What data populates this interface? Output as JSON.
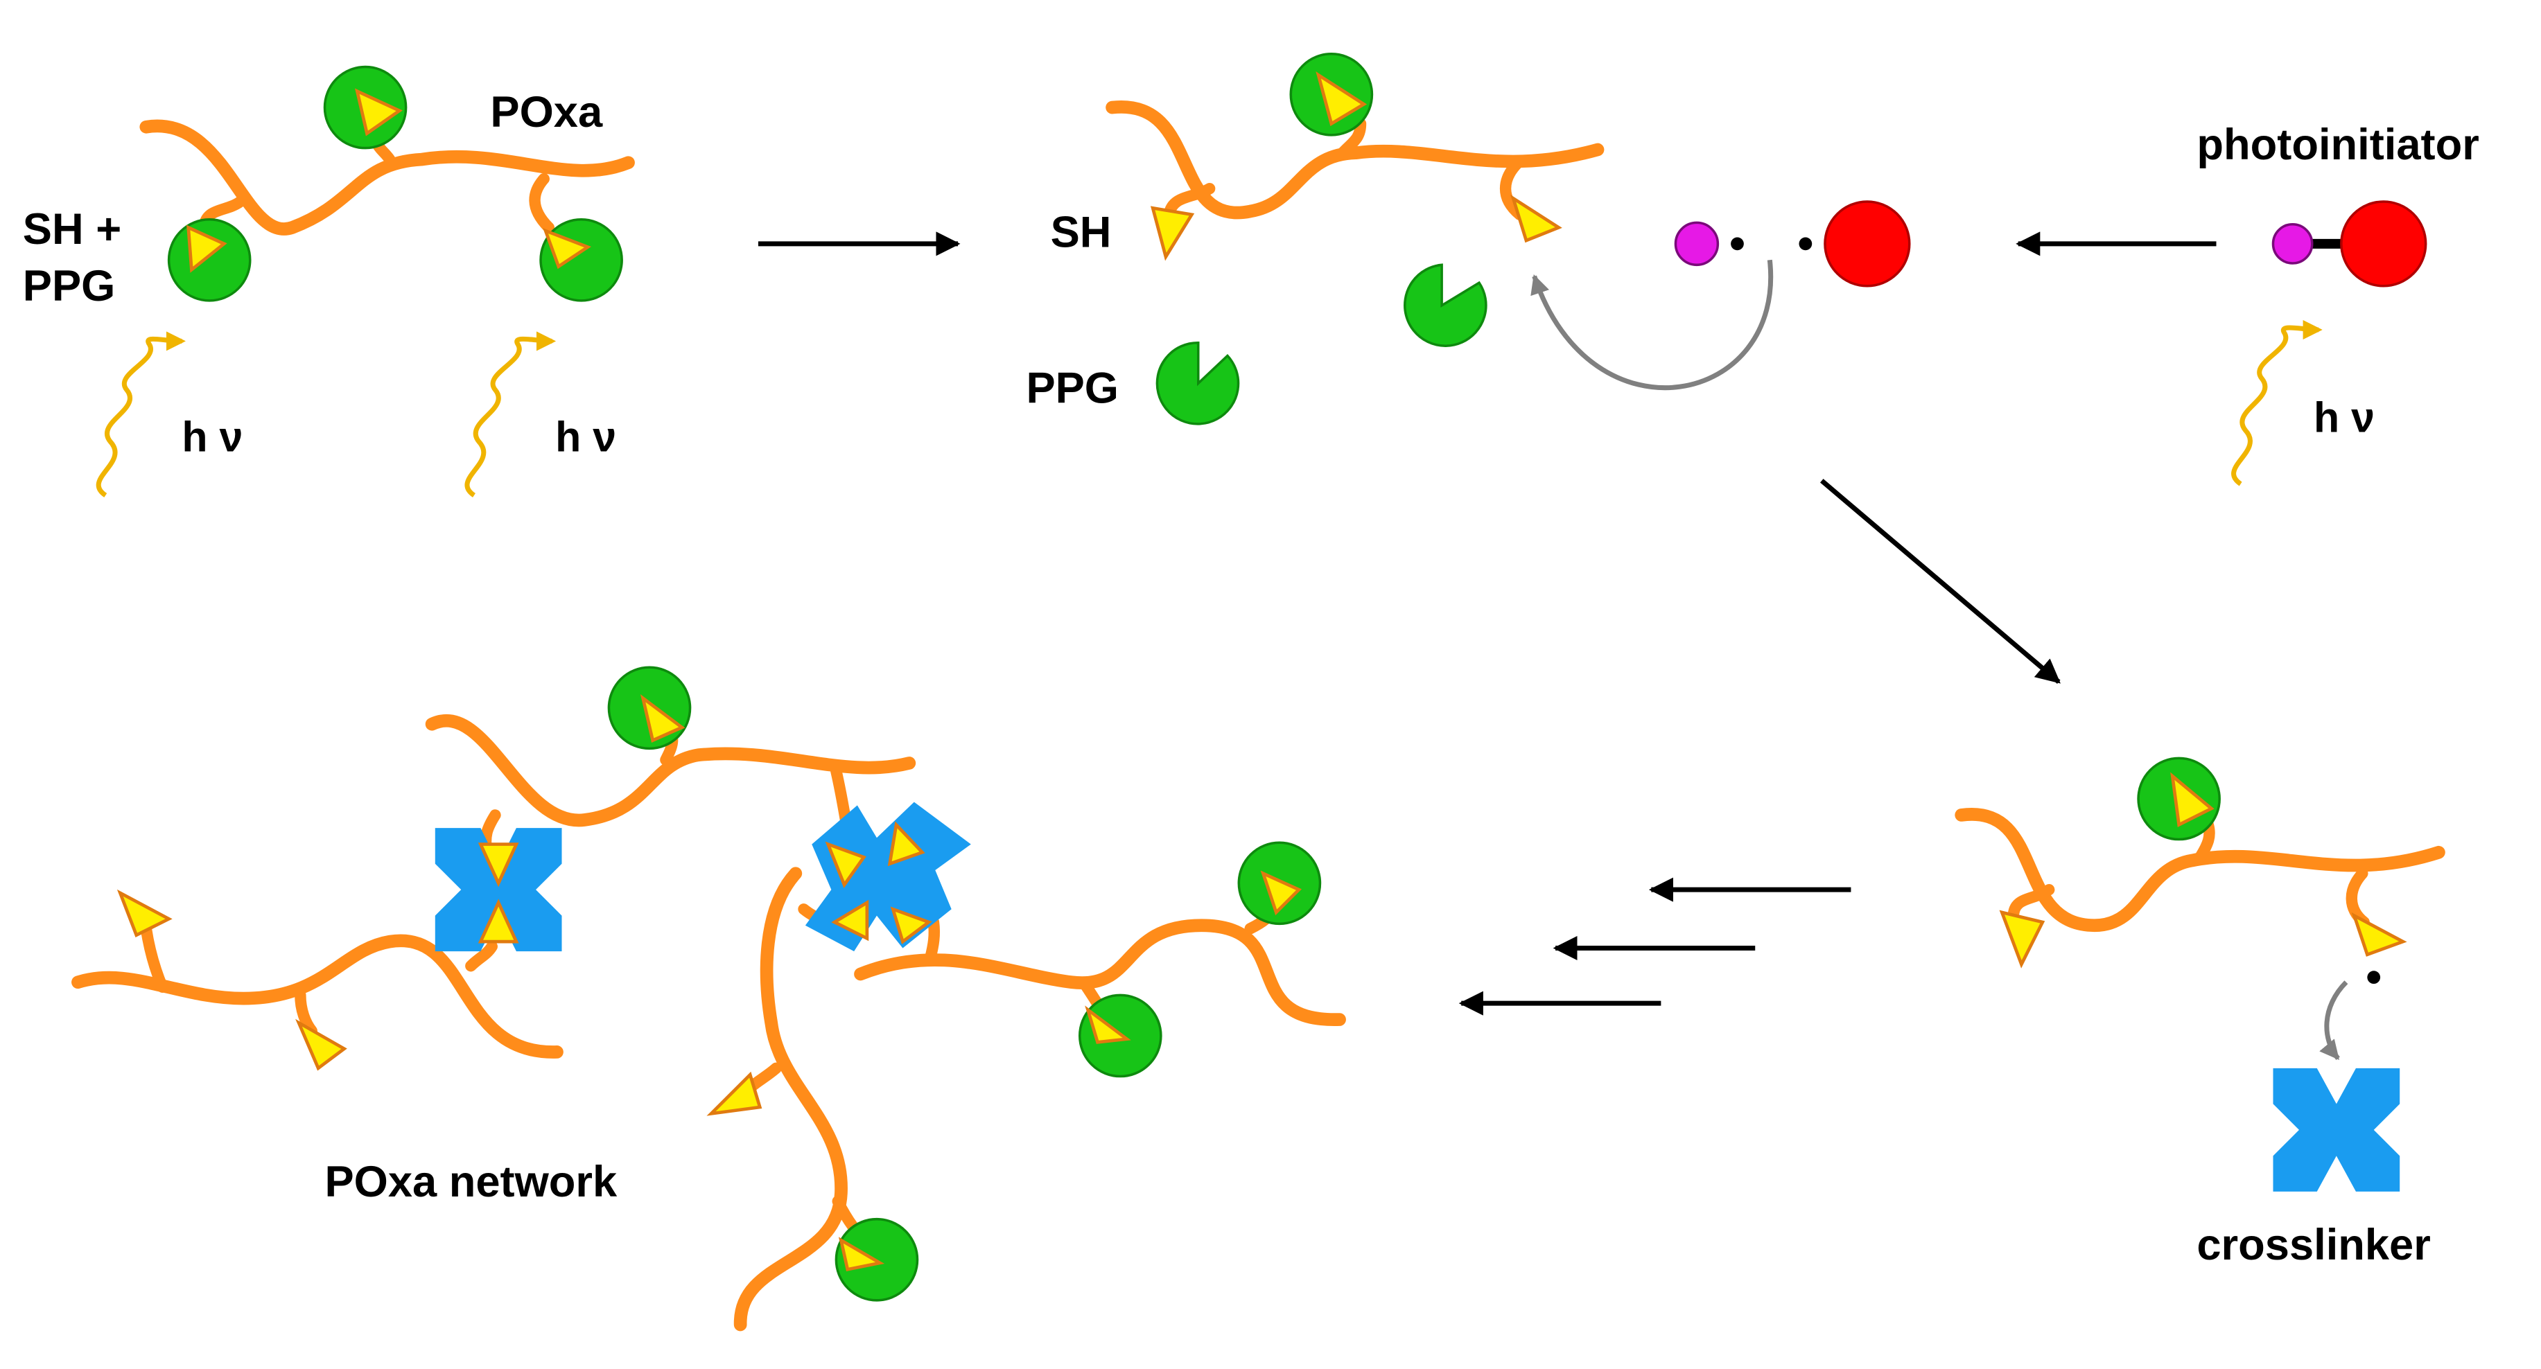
{
  "labels": {
    "sh_ppg_line1": "SH +",
    "sh_ppg_line2": "PPG",
    "hv": "h ν",
    "poxa": "POxa",
    "sh": "SH",
    "ppg": "PPG",
    "photoinitiator": "photoinitiator",
    "crosslinker": "crosslinker",
    "poxa_network": "POxa network"
  },
  "colors": {
    "polymer_chain": "#ff8c1a",
    "thiol_triangle": "#ffee00",
    "triangle_outline": "#e07a10",
    "ppg_disc": "#17c417",
    "ppg_outline": "#0e8a0e",
    "radical_small": "#e619e6",
    "radical_large": "#ff0000",
    "crosslinker": "#1a9cf0",
    "light_wave": "#f0b400",
    "arrow": "#000000",
    "curved_arrow": "#808080"
  }
}
